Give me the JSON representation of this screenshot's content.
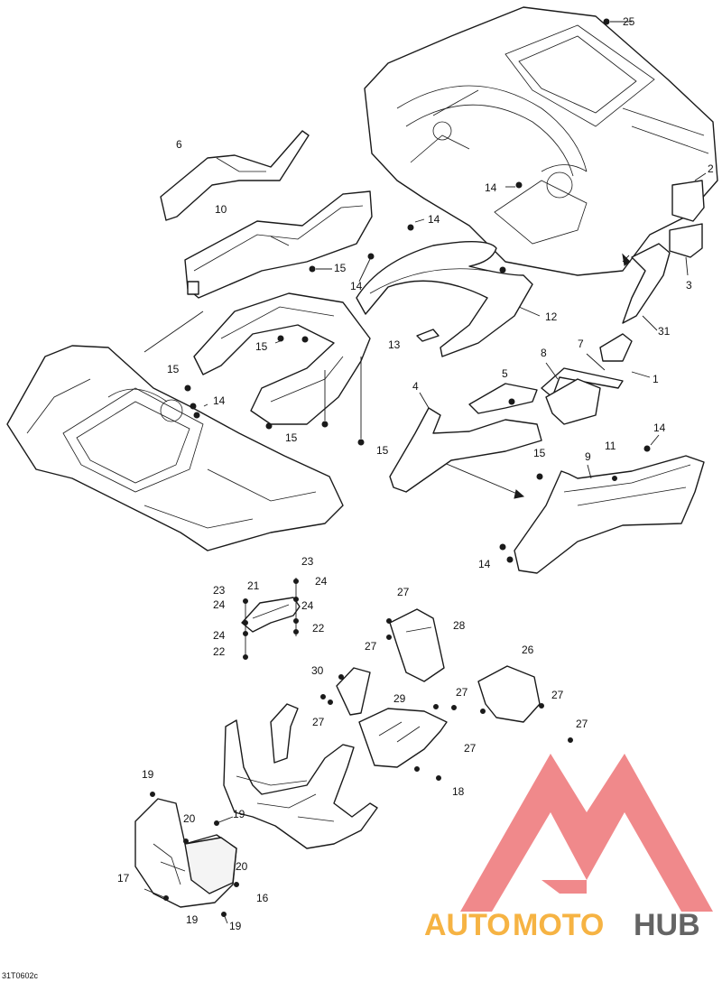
{
  "callouts": [
    {
      "id": "c25",
      "label": "25"
    },
    {
      "id": "c6",
      "label": "6"
    },
    {
      "id": "c10",
      "label": "10"
    },
    {
      "id": "c14a",
      "label": "14"
    },
    {
      "id": "c14b",
      "label": "14"
    },
    {
      "id": "c14c",
      "label": "14"
    },
    {
      "id": "c15a",
      "label": "15"
    },
    {
      "id": "c2",
      "label": "2"
    },
    {
      "id": "c3",
      "label": "3"
    },
    {
      "id": "c12",
      "label": "12"
    },
    {
      "id": "c31",
      "label": "31"
    },
    {
      "id": "c13",
      "label": "13"
    },
    {
      "id": "c15b",
      "label": "15"
    },
    {
      "id": "c15c",
      "label": "15"
    },
    {
      "id": "c14d",
      "label": "14"
    },
    {
      "id": "c15d",
      "label": "15"
    },
    {
      "id": "c15e",
      "label": "15"
    },
    {
      "id": "c7",
      "label": "7"
    },
    {
      "id": "c8",
      "label": "8"
    },
    {
      "id": "c1",
      "label": "1"
    },
    {
      "id": "c5",
      "label": "5"
    },
    {
      "id": "c4",
      "label": "4"
    },
    {
      "id": "c14e",
      "label": "14"
    },
    {
      "id": "c15f",
      "label": "15"
    },
    {
      "id": "c9",
      "label": "9"
    },
    {
      "id": "c11",
      "label": "11"
    },
    {
      "id": "c14f",
      "label": "14"
    },
    {
      "id": "c23a",
      "label": "23"
    },
    {
      "id": "c24a",
      "label": "24"
    },
    {
      "id": "c23b",
      "label": "23"
    },
    {
      "id": "c21",
      "label": "21"
    },
    {
      "id": "c24b",
      "label": "24"
    },
    {
      "id": "c24c",
      "label": "24"
    },
    {
      "id": "c22a",
      "label": "22"
    },
    {
      "id": "c24d",
      "label": "24"
    },
    {
      "id": "c22b",
      "label": "22"
    },
    {
      "id": "c27a",
      "label": "27"
    },
    {
      "id": "c28",
      "label": "28"
    },
    {
      "id": "c27b",
      "label": "27"
    },
    {
      "id": "c26",
      "label": "26"
    },
    {
      "id": "c30",
      "label": "30"
    },
    {
      "id": "c29",
      "label": "29"
    },
    {
      "id": "c27c",
      "label": "27"
    },
    {
      "id": "c27d",
      "label": "27"
    },
    {
      "id": "c27e",
      "label": "27"
    },
    {
      "id": "c27f",
      "label": "27"
    },
    {
      "id": "c27g",
      "label": "27"
    },
    {
      "id": "c18",
      "label": "18"
    },
    {
      "id": "c19a",
      "label": "19"
    },
    {
      "id": "c20a",
      "label": "20"
    },
    {
      "id": "c19b",
      "label": "19"
    },
    {
      "id": "c20b",
      "label": "20"
    },
    {
      "id": "c17",
      "label": "17"
    },
    {
      "id": "c16",
      "label": "16"
    },
    {
      "id": "c19c",
      "label": "19"
    },
    {
      "id": "c19d",
      "label": "19"
    }
  ],
  "drawing_code": "31T0602c",
  "watermark": {
    "text_auto": "AUTO",
    "text_moto": "MOTO",
    "text_hub": "HUB",
    "color_orange": "#f5a623",
    "color_red": "#e8474a",
    "color_grey": "#4a4a4a"
  }
}
